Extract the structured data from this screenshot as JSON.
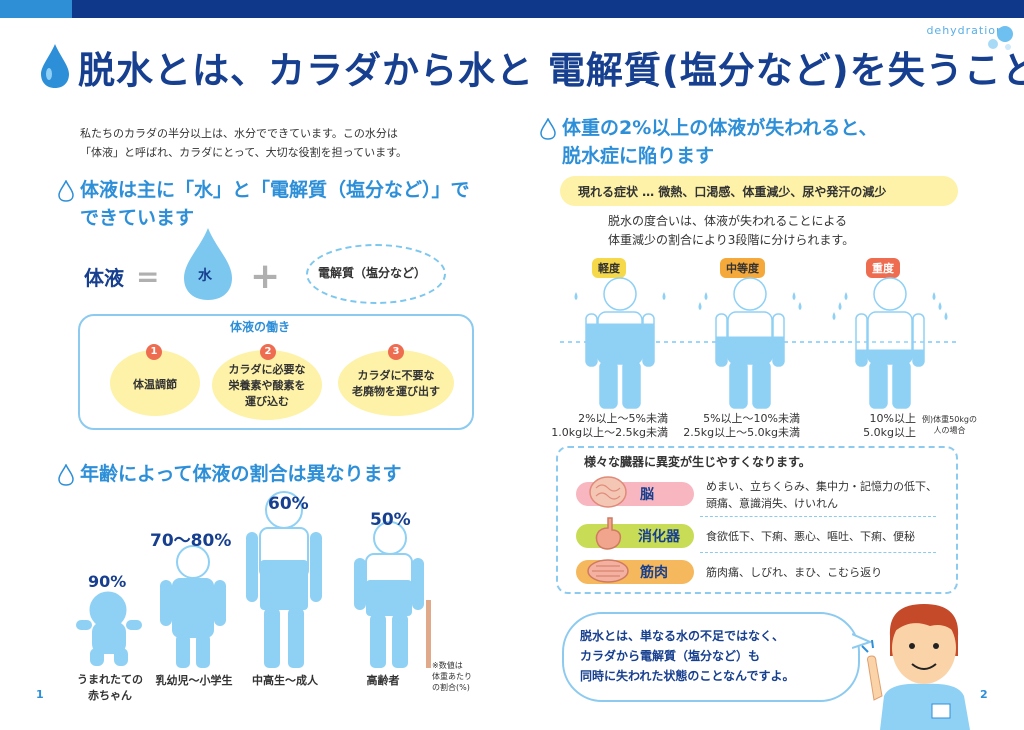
{
  "header": {
    "tag": "dehydration"
  },
  "title": "脱水とは、カラダから水と 電解質(塩分など)を失うこと",
  "left": {
    "intro": [
      "私たちのカラダの半分以上は、水分でできています。この水分は",
      "「体液」と呼ばれ、カラダにとって、大切な役割を担っています。"
    ],
    "sec1_title": [
      "体液は主に「水」と「電解質（塩分など）」で",
      "できています"
    ],
    "eq": {
      "lhs": "体液",
      "water": "水",
      "electro": "電解質（塩分など）"
    },
    "roles_title": "体液の働き",
    "roles": [
      {
        "num": "1",
        "text": [
          "体温調節"
        ]
      },
      {
        "num": "2",
        "text": [
          "カラダに必要な",
          "栄養素や酸素を",
          "運び込む"
        ]
      },
      {
        "num": "3",
        "text": [
          "カラダに不要な",
          "老廃物を運び出す"
        ]
      }
    ],
    "sec2_title": "年齢によって体液の割合は異なります",
    "ages": [
      {
        "pct": "90%",
        "label": [
          "うまれたての",
          "赤ちゃん"
        ]
      },
      {
        "pct": "70〜80%",
        "label": [
          "乳幼児〜小学生"
        ]
      },
      {
        "pct": "60%",
        "label": [
          "中高生〜成人"
        ]
      },
      {
        "pct": "50%",
        "label": [
          "高齢者"
        ]
      }
    ],
    "note": [
      "※数値は",
      "体重あたり",
      "の割合(%)"
    ],
    "page": "1"
  },
  "right": {
    "sec_title": [
      "体重の2%以上の体液が失われると、",
      "脱水症に陥ります"
    ],
    "symptoms": "現れる症状 … 微熱、口渇感、体重減少、尿や発汗の減少",
    "desc": [
      "脱水の度合いは、体液が失われることによる",
      "体重減少の割合により3段階に分けられます。"
    ],
    "levels": [
      {
        "name": "軽度",
        "color": "#f6d94a",
        "v1": "2%以上〜5%未満",
        "v2": "1.0kg以上〜2.5kg未満",
        "fill": 0.65
      },
      {
        "name": "中等度",
        "color": "#f4a93a",
        "v1": "5%以上〜10%未満",
        "v2": "2.5kg以上〜5.0kg未満",
        "fill": 0.55
      },
      {
        "name": "重度",
        "color": "#ee6d50",
        "v1": "10%以上",
        "v2": "5.0kg以上",
        "fill": 0.45
      }
    ],
    "example": [
      "例)体重50kgの",
      "人の場合"
    ],
    "organs_title": "様々な臓器に異変が生じやすくなります。",
    "organs": [
      {
        "name": "脳",
        "color": "#f7b6c0",
        "text": [
          "めまい、立ちくらみ、集中力・記憶力の低下、",
          "頭痛、意識消失、けいれん"
        ]
      },
      {
        "name": "消化器",
        "color": "#c8dc55",
        "text": [
          "食欲低下、下痢、悪心、嘔吐、下痢、便秘"
        ]
      },
      {
        "name": "筋肉",
        "color": "#f5b85c",
        "text": [
          "筋肉痛、しびれ、まひ、こむら返り"
        ]
      }
    ],
    "bubble": [
      "脱水とは、単なる水の不足ではなく、",
      "カラダから電解質（塩分など）も",
      "同時に失われた状態のことなんですよ。"
    ],
    "page": "2"
  }
}
